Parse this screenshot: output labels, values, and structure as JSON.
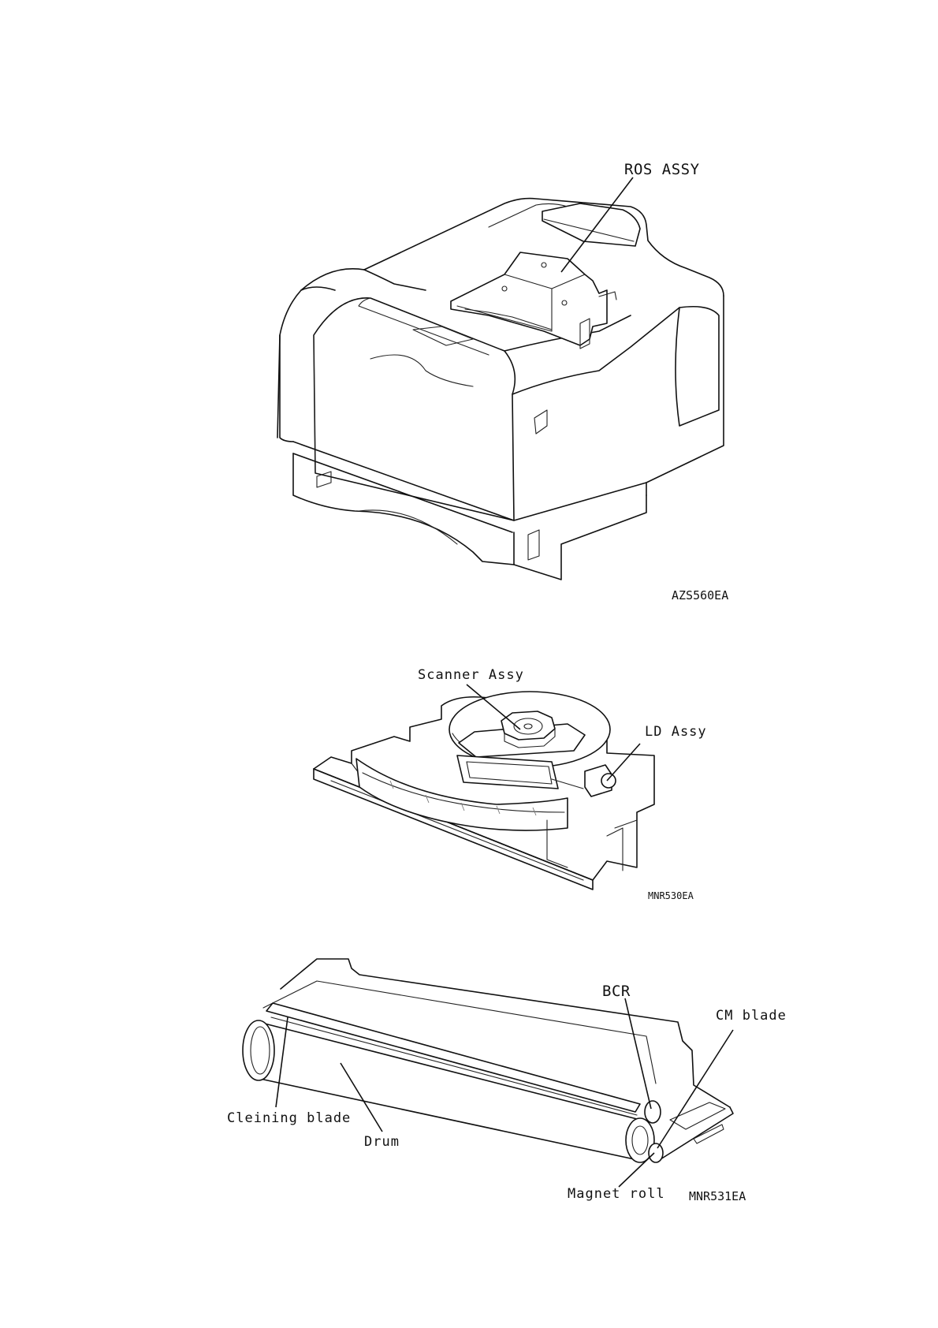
{
  "figures": [
    {
      "id": "printer",
      "code": "AZS560EA",
      "callouts": [
        {
          "text": "ROS ASSY"
        }
      ]
    },
    {
      "id": "ros",
      "code": "MNR530EA",
      "callouts": [
        {
          "text": "Scanner Assy"
        },
        {
          "text": "LD Assy"
        }
      ]
    },
    {
      "id": "cartridge",
      "code": "MNR531EA",
      "callouts": [
        {
          "text": "BCR"
        },
        {
          "text": "CM blade"
        },
        {
          "text": "Cleining blade"
        },
        {
          "text": "Drum"
        },
        {
          "text": "Magnet roll"
        }
      ]
    }
  ]
}
